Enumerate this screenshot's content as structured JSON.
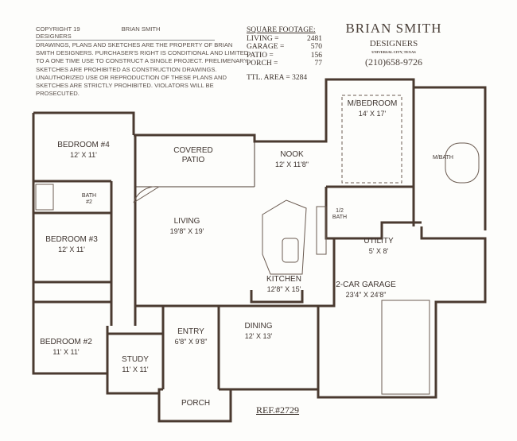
{
  "header": {
    "copyright": "COPYRIGHT 19",
    "copyright_company": "BRIAN SMITH DESIGNERS",
    "legal": "DRAWINGS, PLANS AND SKETCHES ARE THE PROPERTY OF BRIAN SMITH DESIGNERS. PURCHASER'S RIGHT IS CONDITIONAL AND LIMITED TO A ONE TIME USE TO CONSTRUCT A SINGLE PROJECT. PRELIMENARY SKETCHES ARE PROHIBITED AS CONSTRUCTION DRAWINGS. UNAUTHORIZED USE OR REPRODUCTION OF THESE PLANS AND SKETCHES ARE STRICTLY PROHIBITED. VIOLATORS WILL BE PROSECUTED."
  },
  "square_footage": {
    "title": "SQUARE FOOTAGE:",
    "rows": [
      {
        "label": "LIVING =",
        "value": "2481"
      },
      {
        "label": "GARAGE =",
        "value": "570"
      },
      {
        "label": "PATIO =",
        "value": "156"
      },
      {
        "label": "PORCH =",
        "value": "77"
      }
    ],
    "total": "TTL. AREA = 3284"
  },
  "brand": {
    "name": "BRIAN SMITH",
    "sub": "DESIGNERS",
    "location": "UNIVERSAL CITY, TEXAS",
    "phone": "(210)658-9726"
  },
  "rooms": [
    {
      "name": "BEDROOM #4",
      "dim": "12' X 11'"
    },
    {
      "name": "BATH",
      "dim": "#2"
    },
    {
      "name": "BEDROOM #3",
      "dim": "12' X 11'"
    },
    {
      "name": "BEDROOM #2",
      "dim": "11' X 11'"
    },
    {
      "name": "STUDY",
      "dim": "11' X 11'"
    },
    {
      "name": "COVERED",
      "dim": "PATIO"
    },
    {
      "name": "LIVING",
      "dim": "19'8\" X 19'"
    },
    {
      "name": "NOOK",
      "dim": "12' X 11'8\""
    },
    {
      "name": "M/BEDROOM",
      "dim": "14' X 17'"
    },
    {
      "name": "M/BATH",
      "dim": ""
    },
    {
      "name": "1/2",
      "dim": "BATH"
    },
    {
      "name": "UTILITY",
      "dim": "5' X 8'"
    },
    {
      "name": "KITCHEN",
      "dim": "12'8\" X 15'"
    },
    {
      "name": "2-CAR GARAGE",
      "dim": "23'4\" X 24'8\""
    },
    {
      "name": "ENTRY",
      "dim": "6'8\" X 9'8\""
    },
    {
      "name": "DINING",
      "dim": "12' X 13'"
    },
    {
      "name": "PORCH",
      "dim": ""
    }
  ],
  "ref": "REF.#2729"
}
